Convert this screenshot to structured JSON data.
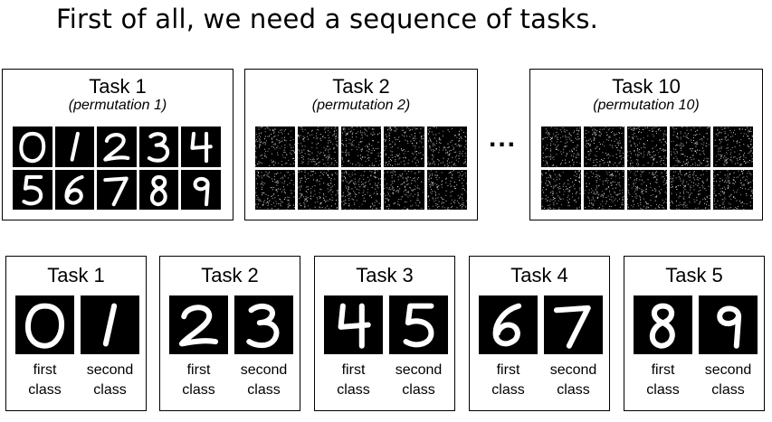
{
  "heading": "First of all, we need a sequence of tasks.",
  "permuted_tasks": [
    {
      "title": "Task 1",
      "subtitle": "(permutation 1)",
      "content": "digits"
    },
    {
      "title": "Task 2",
      "subtitle": "(permutation 2)",
      "content": "noise"
    },
    {
      "title": "Task 10",
      "subtitle": "(permutation 10)",
      "content": "noise"
    }
  ],
  "ellipsis": "...",
  "digits": [
    "0",
    "1",
    "2",
    "3",
    "4",
    "5",
    "6",
    "7",
    "8",
    "9"
  ],
  "split_tasks": [
    {
      "title": "Task 1",
      "digits": [
        "0",
        "1"
      ],
      "first": "first\nclass",
      "second": "second\nclass"
    },
    {
      "title": "Task 2",
      "digits": [
        "2",
        "3"
      ],
      "first": "first\nclass",
      "second": "second\nclass"
    },
    {
      "title": "Task 3",
      "digits": [
        "4",
        "5"
      ],
      "first": "first\nclass",
      "second": "second\nclass"
    },
    {
      "title": "Task 4",
      "digits": [
        "6",
        "7"
      ],
      "first": "first\nclass",
      "second": "second\nclass"
    },
    {
      "title": "Task 5",
      "digits": [
        "8",
        "9"
      ],
      "first": "first\nclass",
      "second": "second\nclass"
    }
  ]
}
